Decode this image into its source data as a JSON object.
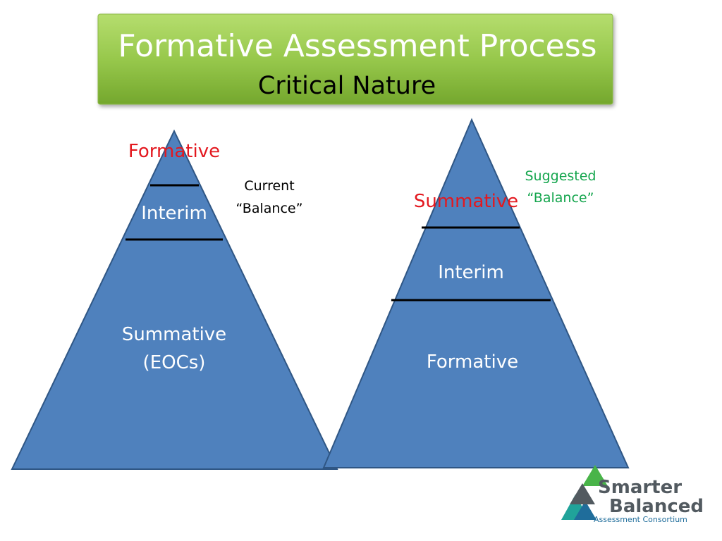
{
  "title": {
    "main": "Formative Assessment Process",
    "subtitle": "Critical Nature"
  },
  "left_pyramid": {
    "caption_line1": "Current",
    "caption_line2": "“Balance”",
    "top_label": "Formative",
    "middle_label": "Interim",
    "bottom_label_line1": "Summative",
    "bottom_label_line2": "(EOCs)"
  },
  "right_pyramid": {
    "caption_line1": "Suggested",
    "caption_line2": "“Balance”",
    "top_label": "Summative",
    "middle_label": "Interim",
    "bottom_label": "Formative"
  },
  "logo": {
    "line1": "Smarter",
    "line2": "Balanced",
    "line3": "Assessment Consortium"
  },
  "colors": {
    "title_green_light": "#a6d45b",
    "title_green_dark": "#77a530",
    "pyramid_fill": "#4f81bd",
    "pyramid_stroke": "#2f5684",
    "emphasis_red": "#e3181f",
    "suggested_green": "#14a54d",
    "logo_gray": "#525a60",
    "logo_blue": "#1f6d9b",
    "logo_green": "#49b449",
    "logo_teal": "#20a39a"
  }
}
